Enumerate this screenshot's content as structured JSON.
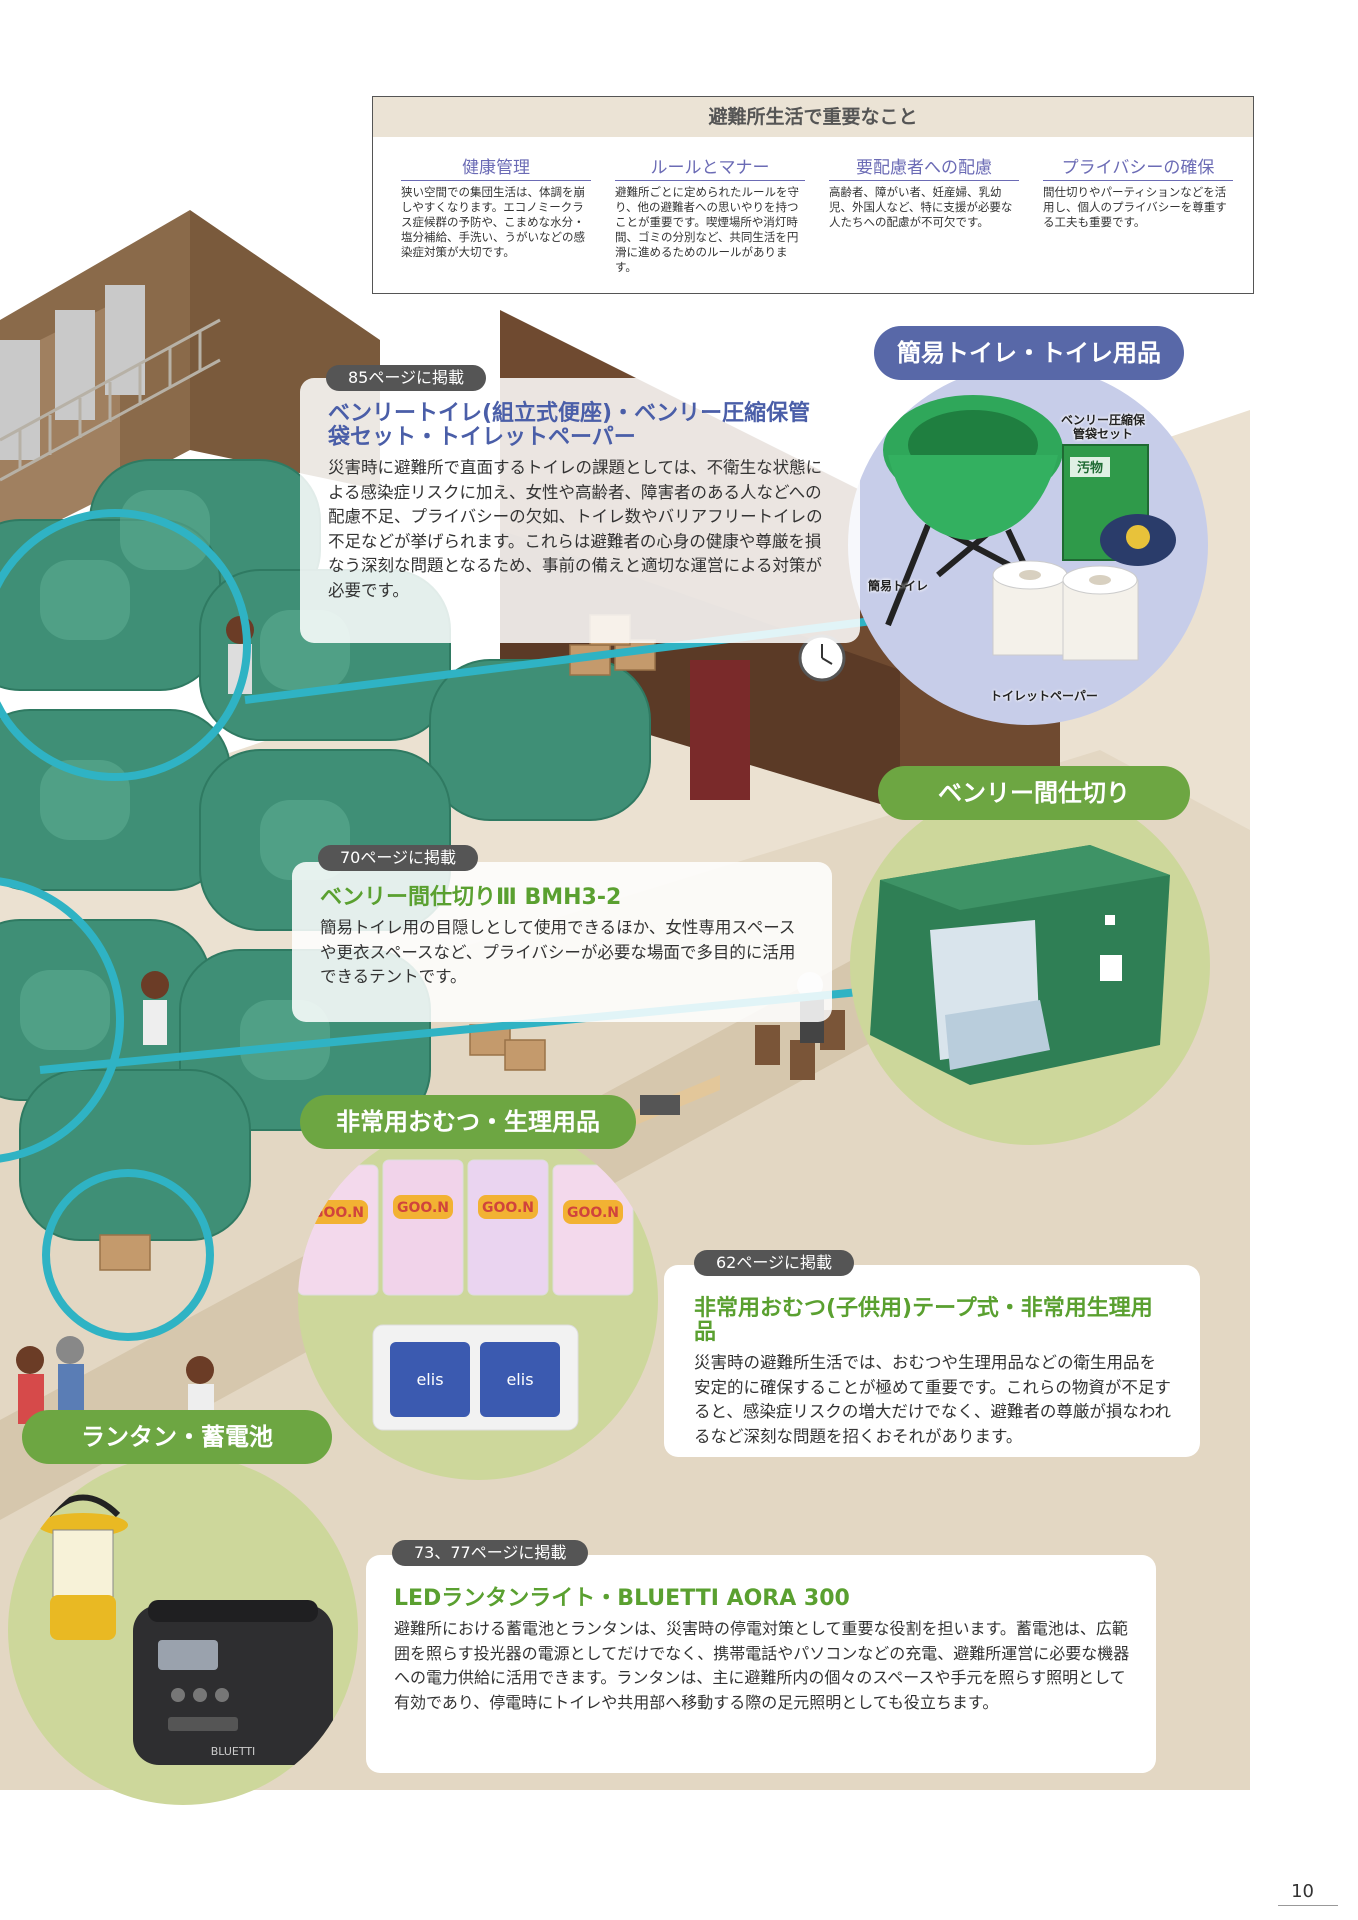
{
  "summary": {
    "title": "避難所生活で重要なこと",
    "columns": [
      {
        "title": "健康管理",
        "body": "狭い空間での集団生活は、体調を崩しやすくなります。エコノミークラス症候群の予防や、こまめな水分・塩分補給、手洗い、うがいなどの感染症対策が大切です。"
      },
      {
        "title": "ルールとマナー",
        "body": "避難所ごとに定められたルールを守り、他の避難者への思いやりを持つことが重要です。喫煙場所や消灯時間、ゴミの分別など、共同生活を円滑に進めるためのルールがあります。"
      },
      {
        "title": "要配慮者への配慮",
        "body": "高齢者、障がい者、妊産婦、乳幼児、外国人など、特に支援が必要な人たちへの配慮が不可欠です。"
      },
      {
        "title": "プライバシーの確保",
        "body": "間仕切りやパーティションなどを活用し、個人のプライバシーを尊重する工夫も重要です。"
      }
    ]
  },
  "sections": {
    "toilet": {
      "category": "簡易トイレ・トイレ用品",
      "tag": "85ページに掲載",
      "title": "ベンリートイレ(組立式便座)・ベンリー圧縮保管袋セット・トイレットペーパー",
      "body": "災害時に避難所で直面するトイレの課題としては、不衛生な状態による感染症リスクに加え、女性や高齢者、障害者のある人などへの配慮不足、プライバシーの欠如、トイレ数やバリアフリートイレの不足などが挙げられます。これらは避難者の心身の健康や尊厳を損なう深刻な問題となるため、事前の備えと適切な運営による対策が必要です。",
      "labels": {
        "bag": "ベンリー圧縮保管袋セット",
        "toilet": "簡易トイレ",
        "paper": "トイレットペーパー",
        "bag_box": "汚物"
      }
    },
    "partition": {
      "category": "ベンリー間仕切り",
      "tag": "70ページに掲載",
      "title": "ベンリー間仕切りⅢ BMH3-2",
      "body": "簡易トイレ用の目隠しとして使用できるほか、女性専用スペースや更衣スペースなど、プライバシーが必要な場面で多目的に活用できるテントです。"
    },
    "diaper": {
      "category": "非常用おむつ・生理用品",
      "tag": "62ページに掲載",
      "title": "非常用おむつ(子供用)テープ式・非常用生理用品",
      "body": "災害時の避難所生活では、おむつや生理用品などの衛生用品を安定的に確保することが極めて重要です。これらの物資が不足すると、感染症リスクの増大だけでなく、避難者の尊厳が損なわれるなど深刻な問題を招くおそれがあります。",
      "brand_diaper": "GOO.N",
      "brand_pad": "elis"
    },
    "lantern": {
      "category": "ランタン・蓄電池",
      "tag": "73、77ページに掲載",
      "title": "LEDランタンライト・BLUETTI AORA 300",
      "body": "避難所における蓄電池とランタンは、災害時の停電対策として重要な役割を担います。蓄電池は、広範囲を照らす投光器の電源としてだけでなく、携帯電話やパソコンなどの充電、避難所運営に必要な機器への電力供給に活用できます。ランタンは、主に避難所内の個々のスペースや手元を照らす照明として有効であり、停電時にトイレや共用部へ移動する際の足元照明としても役立ちます。",
      "brand_battery": "BLUETTI"
    }
  },
  "page_number": "10",
  "colors": {
    "accent_green": "#6da642",
    "accent_blue": "#5868a8",
    "teal": "#2fb3c4",
    "tent": "#3f8f76"
  }
}
